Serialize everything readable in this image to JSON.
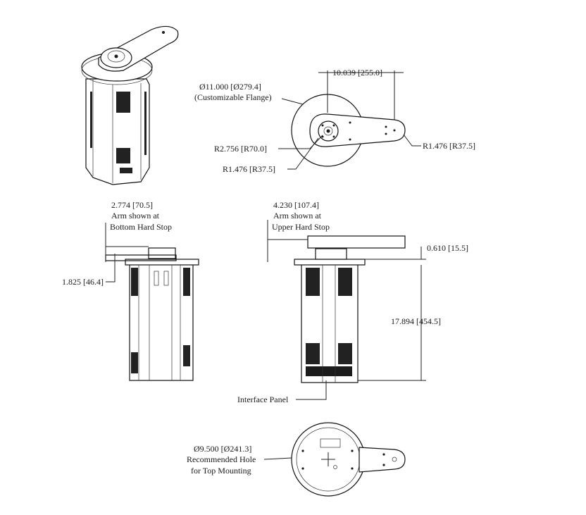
{
  "labels": {
    "flange_dia": "Ø11.000 [Ø279.4]",
    "flange_note": "(Customizable Flange)",
    "arm_length": "10.039 [255.0]",
    "r_large": "R2.756 [R70.0]",
    "r_small_hub": "R1.476 [R37.5]",
    "r_small_tip": "R1.476 [R37.5]",
    "bottom_stop_dim": "2.774 [70.5]",
    "bottom_stop_line1": "Arm shown at",
    "bottom_stop_line2": "Bottom Hard Stop",
    "upper_stop_dim": "4.230 [107.4]",
    "upper_stop_line1": "Arm shown at",
    "upper_stop_line2": "Upper Hard Stop",
    "side_height": "1.825 [46.4]",
    "flange_thick": "0.610 [15.5]",
    "total_height": "17.894 [454.5]",
    "interface_panel": "Interface Panel",
    "hole_dia": "Ø9.500 [Ø241.3]",
    "hole_line1": "Recommended Hole",
    "hole_line2": "for Top Mounting"
  }
}
